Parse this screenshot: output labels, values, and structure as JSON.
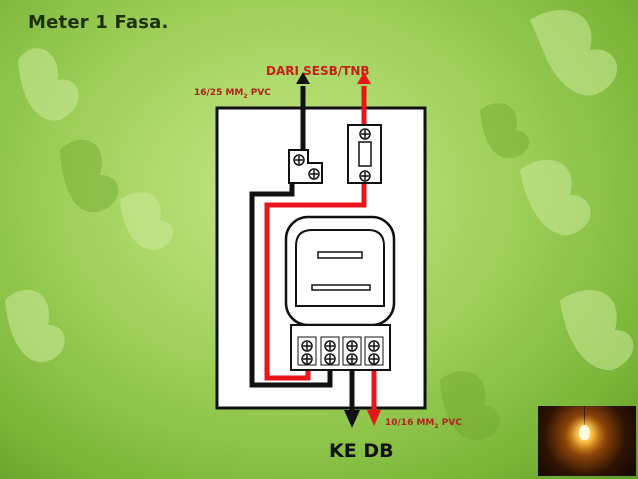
{
  "slide": {
    "title": "Meter 1 Fasa."
  },
  "labels": {
    "source": "DARI SESB/TNB",
    "top_cable_main": "16/25 MM",
    "top_cable_sub": "2",
    "top_cable_suffix": " PVC",
    "bottom_cable_main": "10/16 MM",
    "bottom_cable_sub": "2",
    "bottom_cable_suffix": " PVC",
    "destination": "KE DB"
  },
  "colors": {
    "live_wire": "#e8161b",
    "neutral_wire": "#111111",
    "board": "#ffffff"
  },
  "icons": {
    "terminal": "screw-terminal-icon",
    "lamp": "hanging-bulb-photo"
  }
}
